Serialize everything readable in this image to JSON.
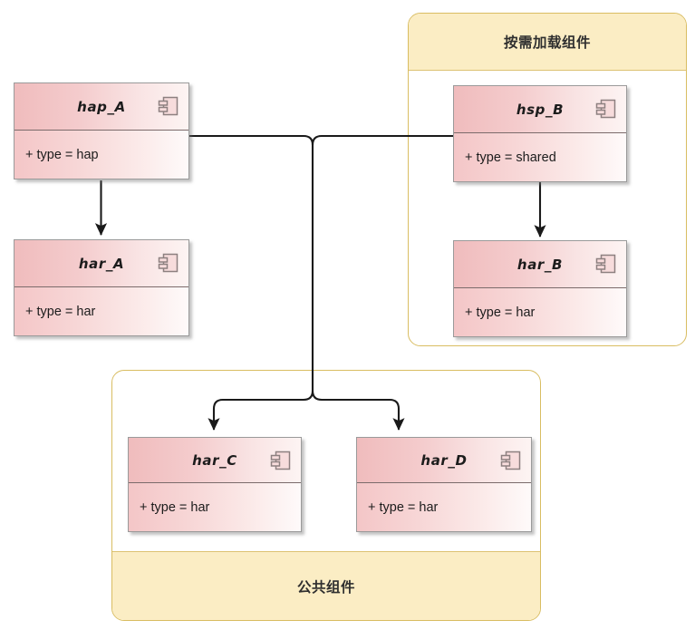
{
  "diagram": {
    "type": "uml-component-diagram",
    "accent_group_border": "#d9bd62",
    "accent_group_band": "#fbedc4",
    "component_header_color": "#f0bcbd",
    "component_body_color": "#f4c6c7",
    "connector_color": "#1a1a1a"
  },
  "groups": [
    {
      "id": "on-demand",
      "title": "按需加载组件",
      "band_position": "top"
    },
    {
      "id": "common",
      "title": "公共组件",
      "band_position": "bottom"
    }
  ],
  "components": [
    {
      "id": "hap_A",
      "name": "hap_A",
      "attribute": "+ type = hap",
      "icon": "component-icon"
    },
    {
      "id": "har_A",
      "name": "har_A",
      "attribute": "+ type = har",
      "icon": "component-icon"
    },
    {
      "id": "hsp_B",
      "name": "hsp_B",
      "attribute": "+ type = shared",
      "icon": "component-icon"
    },
    {
      "id": "har_B",
      "name": "har_B",
      "attribute": "+ type = har",
      "icon": "component-icon"
    },
    {
      "id": "har_C",
      "name": "har_C",
      "attribute": "+ type = har",
      "icon": "component-icon"
    },
    {
      "id": "har_D",
      "name": "har_D",
      "attribute": "+ type = har",
      "icon": "component-icon"
    }
  ],
  "connections": [
    {
      "from": "hap_A",
      "to": "har_A",
      "arrow": "filled"
    },
    {
      "from": "hsp_B",
      "to": "har_B",
      "arrow": "filled"
    },
    {
      "from": "hap_A",
      "to": "hsp_B",
      "arrow": "none"
    },
    {
      "from": "hap_A",
      "to": "har_C",
      "arrow": "filled"
    },
    {
      "from": "hap_A",
      "to": "har_D",
      "arrow": "filled"
    }
  ]
}
